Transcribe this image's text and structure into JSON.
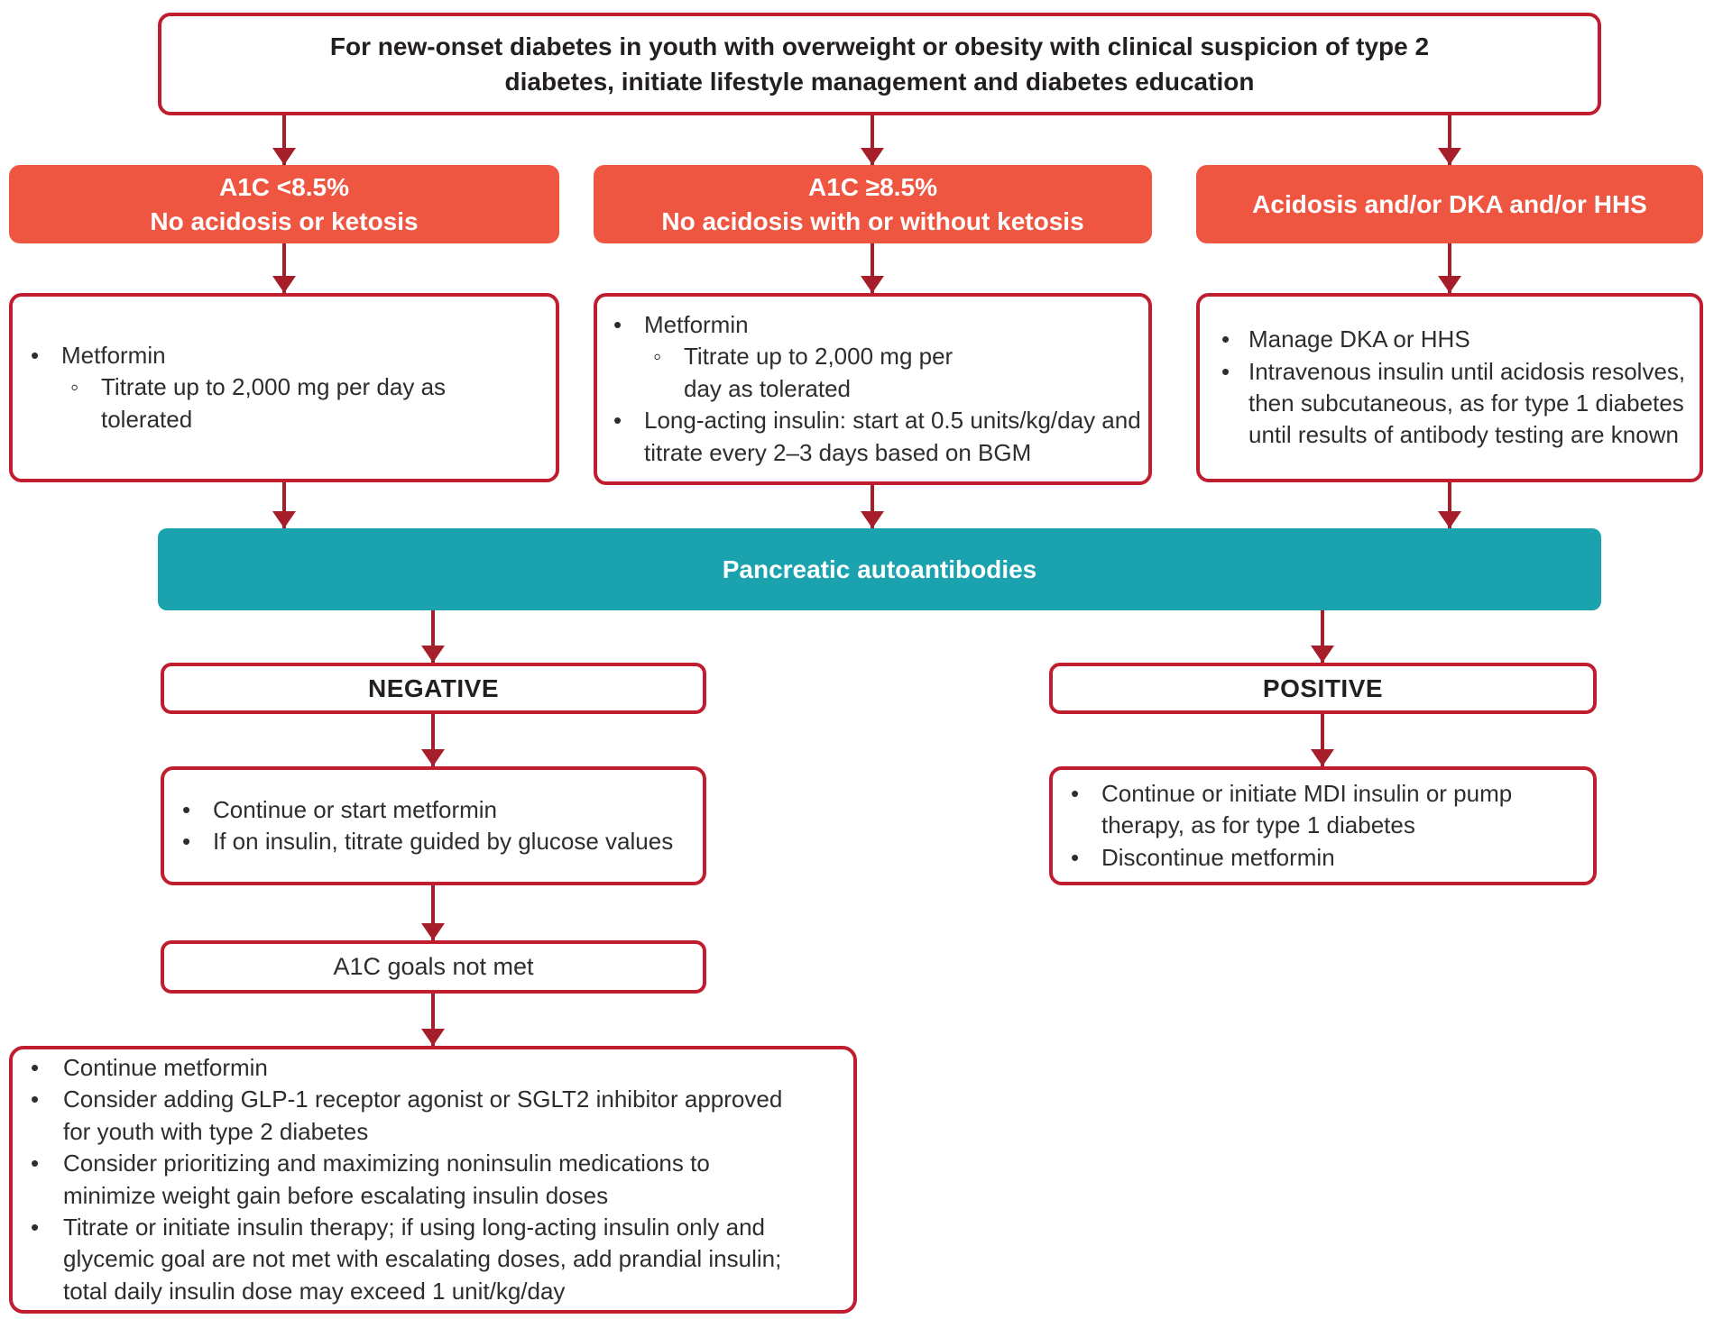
{
  "glyphs": {
    "bullet": "•",
    "sub_bullet": "◦"
  },
  "colors": {
    "branch_header_orange": "#EE5642",
    "antibody_bar_teal": "#1AA2AE",
    "box_border_red": "#C01E2F",
    "arrow_red": "#A61E2A",
    "heading_text": "#231F20",
    "body_text": "#2F2C2D"
  },
  "title_box": {
    "text": "For new-onset diabetes in youth with overweight or obesity with clinical suspicion of type 2 diabetes, initiate lifestyle management and diabetes education"
  },
  "branch_left": {
    "header_line1": "A1C <8.5%",
    "header_line2": "No acidosis or ketosis",
    "bullet1": "Metformin",
    "bullet1_sub": "Titrate up to 2,000 mg per day as tolerated"
  },
  "branch_middle": {
    "header_line1": "A1C ≥8.5%",
    "header_line2": "No acidosis with or without ketosis",
    "bullet1": "Metformin",
    "bullet1_sub": "Titrate up to 2,000 mg per day as tolerated",
    "bullet2": "Long-acting insulin: start at 0.5 units/kg/day and titrate every 2–3 days based on BGM"
  },
  "branch_right": {
    "header": "Acidosis and/or DKA and/or HHS",
    "bullet1": "Manage DKA or HHS",
    "bullet2": "Intravenous insulin until acidosis resolves, then subcutaneous, as for type 1 diabetes until results of antibody testing are known"
  },
  "antibody_bar": {
    "label": "Pancreatic autoantibodies"
  },
  "negative_path": {
    "label": "NEGATIVE",
    "result_bullet1": "Continue or start metformin",
    "result_bullet2": "If on insulin, titrate guided by glucose values",
    "a1c_goals_box": "A1C goals not met",
    "final_bullet1": "Continue metformin",
    "final_bullet2": "Consider adding GLP-1 receptor agonist or SGLT2 inhibitor approved for youth with type 2 diabetes",
    "final_bullet3": "Consider prioritizing and maximizing noninsulin medications to minimize weight gain before escalating insulin doses",
    "final_bullet4": "Titrate or initiate insulin therapy; if using long-acting insulin only and glycemic goal are not met with escalating doses, add prandial insulin; total daily insulin dose may exceed 1 unit/kg/day"
  },
  "positive_path": {
    "label": "POSITIVE",
    "result_bullet1": "Continue or initiate MDI insulin or pump therapy, as for type 1 diabetes",
    "result_bullet2": "Discontinue metformin"
  }
}
